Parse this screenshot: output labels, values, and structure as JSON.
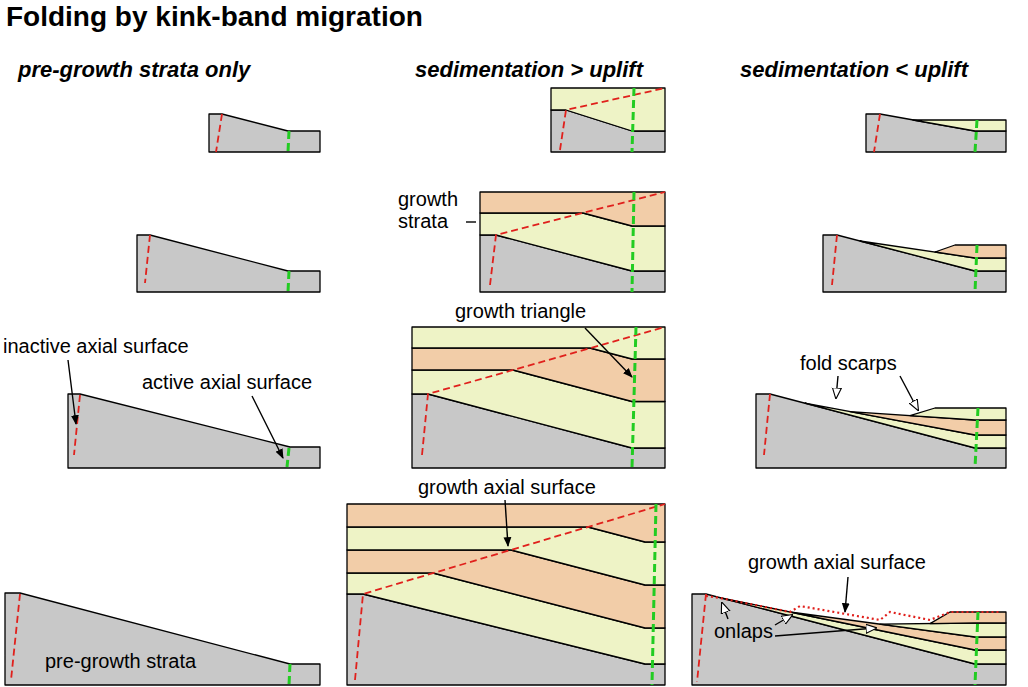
{
  "diagram": {
    "title": "Folding by kink-band migration",
    "labels": [
      "pre-growth strata only",
      "sedimentation > uplift",
      "sedimentation < uplift",
      "growth strata",
      "growth triangle",
      "inactive axial surface",
      "active axial surface",
      "fold scarps",
      "growth axial surface",
      "growth axial surface",
      "onlaps",
      "pre-growth strata"
    ]
  }
}
